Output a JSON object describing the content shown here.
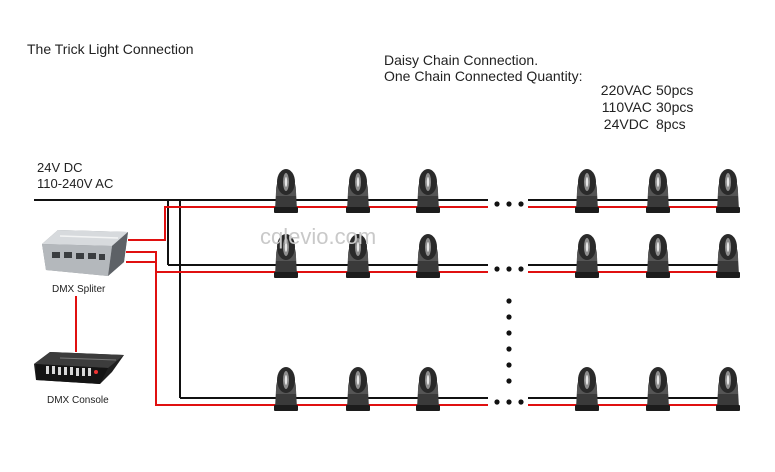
{
  "title": "The Trick Light Connection",
  "daisy_chain": "Daisy Chain Connection.",
  "quantity_label": "One Chain Connected Quantity:",
  "quantities": [
    {
      "voltage": "220VAC",
      "pcs": "50pcs"
    },
    {
      "voltage": "110VAC",
      "pcs": "30pcs"
    },
    {
      "voltage": "24VDC",
      "pcs": "8pcs"
    }
  ],
  "power": {
    "dc": "24V DC",
    "ac": "110-240V AC"
  },
  "devices": {
    "splitter": "DMX Spliter",
    "console": "DMX Console"
  },
  "watermark": "cqlevio.com",
  "colors": {
    "signal_wire": "#e01010",
    "power_wire": "#111111",
    "fixture": "#2a2a2a"
  },
  "icons": {
    "fixture": "moving-head-light-icon",
    "splitter": "dmx-splitter-icon",
    "console": "dmx-console-icon"
  }
}
